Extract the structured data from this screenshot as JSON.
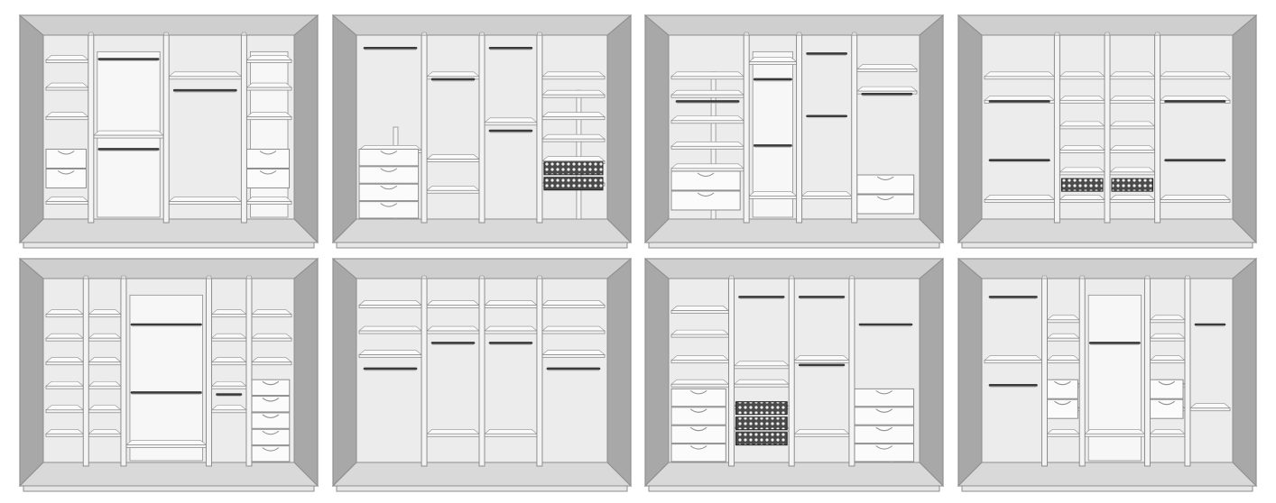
{
  "palette": {
    "side_panel": "#a8a8a8",
    "top_panel": "#cfcfcf",
    "floor_panel": "#d9d9d9",
    "interior": "#ececec",
    "wall": "#f7f7f7",
    "edge": "#8e8e8e",
    "shelf_front": "#f4f4f4",
    "rod": "#3a3a3a",
    "rod_light": "#b9b9b9",
    "basket": "#4a4a4a"
  },
  "wardrobes": [
    {
      "id": "layout-1",
      "partitions": [
        0.19,
        0.49,
        0.8
      ],
      "columns": [
        {
          "shelves": [
            0.11,
            0.26,
            0.42,
            0.88
          ],
          "drawers": {
            "top": 0.62,
            "count": 2
          }
        },
        {
          "recess": true,
          "shelves": [
            0.52
          ],
          "rods": [
            0.13,
            0.62
          ]
        },
        {
          "shelves": [
            0.2,
            0.88
          ],
          "rods": [
            0.3
          ]
        },
        {
          "recess": true,
          "shelves": [
            0.11,
            0.26,
            0.42,
            0.88
          ],
          "drawers": {
            "top": 0.62,
            "count": 2
          }
        }
      ]
    },
    {
      "id": "layout-2",
      "partitions": [
        0.27,
        0.5,
        0.73
      ],
      "columns": [
        {
          "rods": [
            0.07
          ],
          "sub": {
            "at": 0.5,
            "shelves": [
              0.5
            ]
          },
          "drawers": {
            "top": 0.62,
            "count": 4
          },
          "shelves": [
            0.6
          ]
        },
        {
          "shelves": [
            0.2,
            0.65,
            0.82
          ],
          "rods": [
            0.24
          ]
        },
        {
          "rods": [
            0.07,
            0.52
          ],
          "shelves": [
            0.45
          ]
        },
        {
          "shelves": [
            0.2,
            0.3,
            0.42,
            0.54,
            0.66,
            0.78
          ],
          "sub": {
            "at": 0.3
          },
          "basket": {
            "top": 0.69,
            "count": 2
          }
        }
      ]
    },
    {
      "id": "layout-3",
      "partitions": [
        0.31,
        0.52,
        0.74
      ],
      "columns": [
        {
          "rods": [
            0.36
          ],
          "shelves": [
            0.2,
            0.3,
            0.44,
            0.58,
            0.7
          ],
          "sub": {
            "at": 0.2
          },
          "drawers": {
            "top": 0.74,
            "count": 2
          }
        },
        {
          "shelves": [
            0.12,
            0.85
          ],
          "rods": [
            0.24,
            0.6
          ],
          "recess": true
        },
        {
          "rods": [
            0.1,
            0.44
          ],
          "shelves": [
            0.85
          ]
        },
        {
          "shelves": [
            0.16,
            0.28
          ],
          "rods": [
            0.32
          ],
          "drawers": {
            "top": 0.76,
            "count": 2
          }
        }
      ]
    },
    {
      "id": "layout-4",
      "partitions": [
        0.3,
        0.5,
        0.7
      ],
      "columns": [
        {
          "shelves": [
            0.2,
            0.33,
            0.87
          ],
          "rods": [
            0.36,
            0.68
          ]
        },
        {
          "shelves": [
            0.2,
            0.33,
            0.47,
            0.6,
            0.72,
            0.87
          ],
          "basket": {
            "top": 0.78,
            "count": 1
          }
        },
        {
          "shelves": [
            0.2,
            0.33,
            0.47,
            0.6,
            0.72,
            0.87
          ],
          "basket": {
            "top": 0.78,
            "count": 1
          }
        },
        {
          "shelves": [
            0.2,
            0.33,
            0.87
          ],
          "rods": [
            0.36,
            0.68
          ]
        }
      ]
    },
    {
      "id": "layout-5",
      "partitions": [
        0.17,
        0.32,
        0.66,
        0.82
      ],
      "columns": [
        {
          "shelves": [
            0.17,
            0.3,
            0.43,
            0.56,
            0.69,
            0.82
          ]
        },
        {
          "shelves": [
            0.17,
            0.3,
            0.43,
            0.56,
            0.69,
            0.82
          ]
        },
        {
          "rods": [
            0.25,
            0.62
          ],
          "recess": true,
          "shelves": [
            0.88
          ]
        },
        {
          "shelves": [
            0.17,
            0.3,
            0.43,
            0.56,
            0.69
          ],
          "rods": [
            0.63
          ]
        },
        {
          "shelves": [
            0.17,
            0.3,
            0.43
          ],
          "drawers": {
            "top": 0.55,
            "count": 5
          }
        }
      ]
    },
    {
      "id": "layout-6",
      "partitions": [
        0.27,
        0.5,
        0.73
      ],
      "columns": [
        {
          "shelves": [
            0.12,
            0.26,
            0.39
          ],
          "rods": [
            0.49
          ]
        },
        {
          "shelves": [
            0.12,
            0.26,
            0.82
          ],
          "rods": [
            0.35
          ]
        },
        {
          "shelves": [
            0.12,
            0.26,
            0.82
          ],
          "rods": [
            0.35
          ]
        },
        {
          "shelves": [
            0.12,
            0.26,
            0.39
          ],
          "rods": [
            0.49
          ]
        }
      ]
    },
    {
      "id": "layout-7",
      "partitions": [
        0.25,
        0.49,
        0.73
      ],
      "columns": [
        {
          "shelves": [
            0.15,
            0.28,
            0.42,
            0.55
          ],
          "drawers": {
            "top": 0.6,
            "count": 4
          }
        },
        {
          "rods": [
            0.1
          ],
          "shelves": [
            0.45,
            0.55,
            0.67,
            0.79
          ],
          "basket": {
            "top": 0.67,
            "count": 3
          }
        },
        {
          "rods": [
            0.1,
            0.47
          ],
          "shelves": [
            0.42,
            0.82
          ]
        },
        {
          "rods": [
            0.25
          ],
          "drawers": {
            "top": 0.6,
            "count": 4
          },
          "sub": {
            "at": 0.6
          }
        }
      ]
    },
    {
      "id": "layout-8",
      "partitions": [
        0.25,
        0.4,
        0.66,
        0.82
      ],
      "columns": [
        {
          "rods": [
            0.1,
            0.58
          ],
          "shelves": [
            0.42
          ]
        },
        {
          "shelves": [
            0.2,
            0.3,
            0.42,
            0.55,
            0.68,
            0.82
          ],
          "drawers": {
            "top": 0.55,
            "count": 2
          }
        },
        {
          "recess": true,
          "rods": [
            0.35
          ],
          "shelves": [
            0.82
          ]
        },
        {
          "shelves": [
            0.2,
            0.3,
            0.42,
            0.55,
            0.68,
            0.82
          ],
          "drawers": {
            "top": 0.55,
            "count": 2
          }
        },
        {
          "rods": [
            0.25
          ],
          "shelves": [
            0.68
          ]
        }
      ]
    }
  ]
}
